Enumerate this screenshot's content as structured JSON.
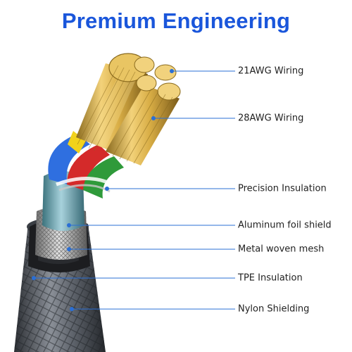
{
  "title": "Premium Engineering",
  "colors": {
    "title": "#1a56db",
    "accent": "#2a6fd6",
    "gold": "#d8b24a",
    "braid": "#4a4f57",
    "aluminum": "#7fb6b3"
  },
  "callouts": [
    {
      "name": "21awg-wiring",
      "label": "21AWG Wiring"
    },
    {
      "name": "28awg-wiring",
      "label": "28AWG Wiring"
    },
    {
      "name": "precision-insulation",
      "label": "Precision Insulation"
    },
    {
      "name": "aluminum-foil-shield",
      "label": "Aluminum foil shield"
    },
    {
      "name": "metal-woven-mesh",
      "label": "Metal woven mesh"
    },
    {
      "name": "tpe-insulation",
      "label": "TPE Insulation"
    },
    {
      "name": "nylon-shielding",
      "label": "Nylon Shielding"
    }
  ]
}
